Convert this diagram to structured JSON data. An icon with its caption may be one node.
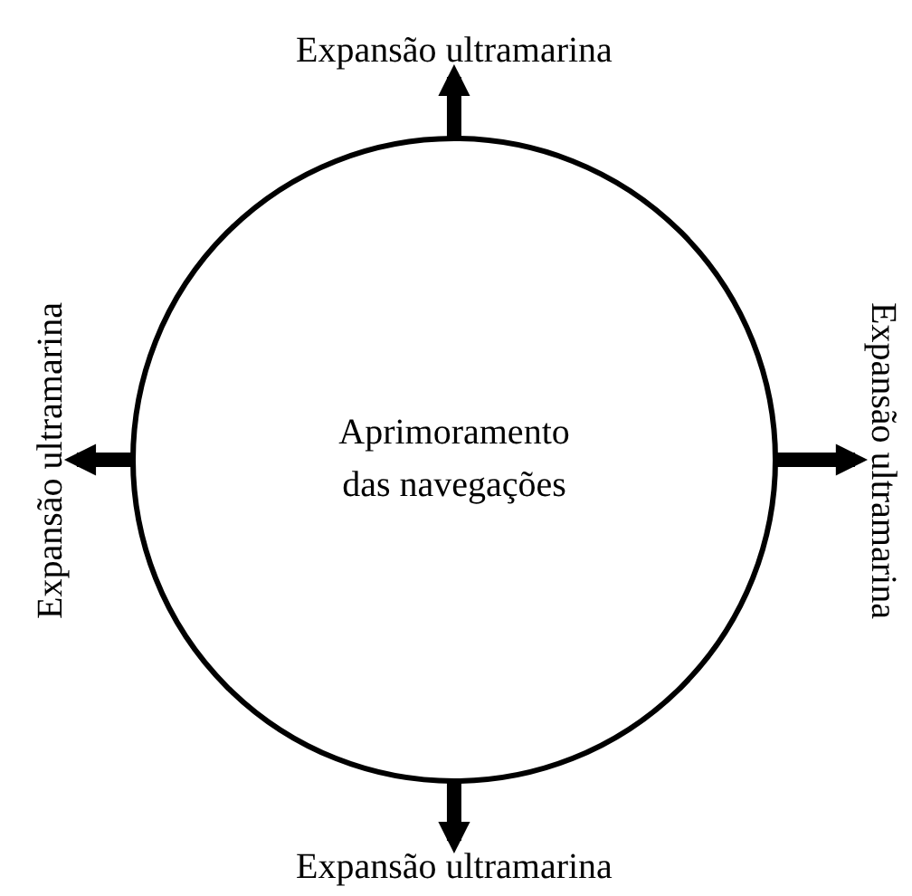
{
  "diagram": {
    "nodes": [
      {
        "text": [
          "Aprimoramento das navegações"
        ]
      },
      {
        "text": [
          "Expansão ultramarina"
        ]
      },
      {
        "text": [
          "Expansão ultramarina"
        ]
      },
      {
        "text": [
          "Expansão ultramarina"
        ]
      },
      {
        "text": [
          "Expansão ultramarina"
        ]
      }
    ],
    "edges": [
      {
        "from": 0,
        "to": 1,
        "arrow": "to"
      },
      {
        "from": 0,
        "to": 2,
        "arrow": "to"
      },
      {
        "from": 0,
        "to": 3,
        "arrow": "to"
      },
      {
        "from": 0,
        "to": 4,
        "arrow": "to"
      }
    ]
  }
}
